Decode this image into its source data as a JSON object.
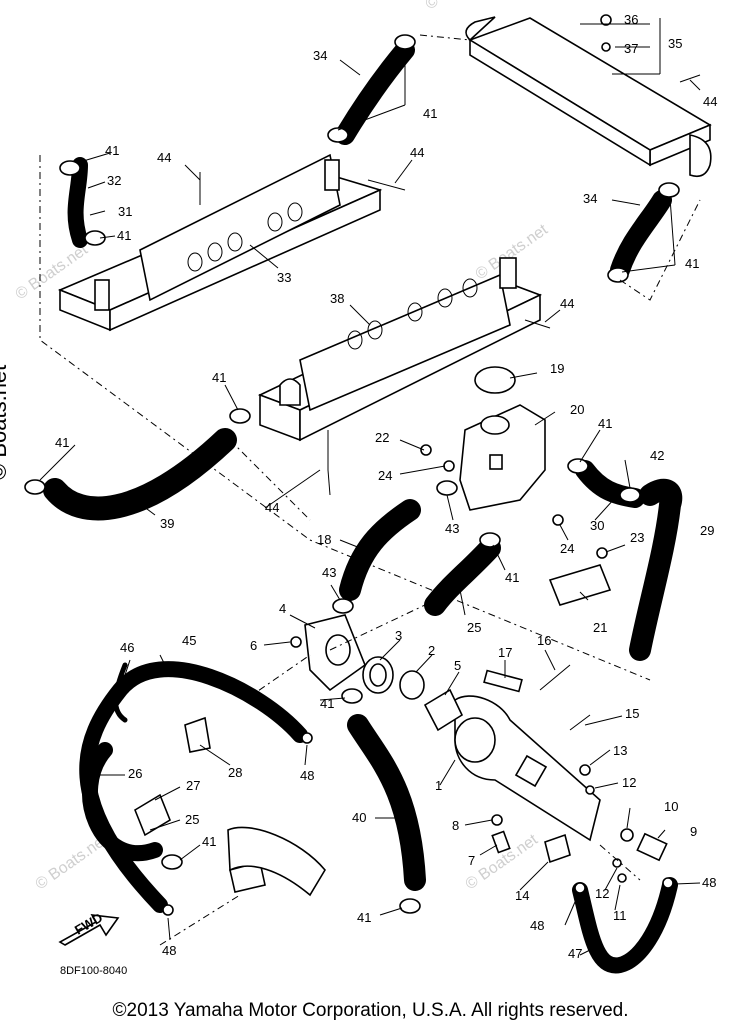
{
  "callouts": [
    {
      "id": "c1",
      "text": "1"
    },
    {
      "id": "c2",
      "text": "2"
    },
    {
      "id": "c3",
      "text": "3"
    },
    {
      "id": "c4",
      "text": "4"
    },
    {
      "id": "c5",
      "text": "5"
    },
    {
      "id": "c6",
      "text": "6"
    },
    {
      "id": "c7",
      "text": "7"
    },
    {
      "id": "c8",
      "text": "8"
    },
    {
      "id": "c9",
      "text": "9"
    },
    {
      "id": "c10",
      "text": "10"
    },
    {
      "id": "c11",
      "text": "11"
    },
    {
      "id": "c12a",
      "text": "12"
    },
    {
      "id": "c12b",
      "text": "12"
    },
    {
      "id": "c13",
      "text": "13"
    },
    {
      "id": "c14",
      "text": "14"
    },
    {
      "id": "c15",
      "text": "15"
    },
    {
      "id": "c16",
      "text": "16"
    },
    {
      "id": "c17",
      "text": "17"
    },
    {
      "id": "c18",
      "text": "18"
    },
    {
      "id": "c19",
      "text": "19"
    },
    {
      "id": "c20",
      "text": "20"
    },
    {
      "id": "c21",
      "text": "21"
    },
    {
      "id": "c22",
      "text": "22"
    },
    {
      "id": "c23",
      "text": "23"
    },
    {
      "id": "c24a",
      "text": "24"
    },
    {
      "id": "c24b",
      "text": "24"
    },
    {
      "id": "c25a",
      "text": "25"
    },
    {
      "id": "c25b",
      "text": "25"
    },
    {
      "id": "c26",
      "text": "26"
    },
    {
      "id": "c27",
      "text": "27"
    },
    {
      "id": "c28",
      "text": "28"
    },
    {
      "id": "c29",
      "text": "29"
    },
    {
      "id": "c30",
      "text": "30"
    },
    {
      "id": "c31",
      "text": "31"
    },
    {
      "id": "c32",
      "text": "32"
    },
    {
      "id": "c33",
      "text": "33"
    },
    {
      "id": "c34a",
      "text": "34"
    },
    {
      "id": "c34b",
      "text": "34"
    },
    {
      "id": "c35",
      "text": "35"
    },
    {
      "id": "c36",
      "text": "36"
    },
    {
      "id": "c37",
      "text": "37"
    },
    {
      "id": "c38",
      "text": "38"
    },
    {
      "id": "c39",
      "text": "39"
    },
    {
      "id": "c40",
      "text": "40"
    },
    {
      "id": "c41a",
      "text": "41"
    },
    {
      "id": "c41b",
      "text": "41"
    },
    {
      "id": "c41c",
      "text": "41"
    },
    {
      "id": "c41d",
      "text": "41"
    },
    {
      "id": "c41e",
      "text": "41"
    },
    {
      "id": "c41f",
      "text": "41"
    },
    {
      "id": "c41g",
      "text": "41"
    },
    {
      "id": "c41h",
      "text": "41"
    },
    {
      "id": "c41i",
      "text": "41"
    },
    {
      "id": "c41j",
      "text": "41"
    },
    {
      "id": "c41k",
      "text": "41"
    },
    {
      "id": "c42",
      "text": "42"
    },
    {
      "id": "c43a",
      "text": "43"
    },
    {
      "id": "c43b",
      "text": "43"
    },
    {
      "id": "c44a",
      "text": "44"
    },
    {
      "id": "c44b",
      "text": "44"
    },
    {
      "id": "c44c",
      "text": "44"
    },
    {
      "id": "c44d",
      "text": "44"
    },
    {
      "id": "c44e",
      "text": "44"
    },
    {
      "id": "c45",
      "text": "45"
    },
    {
      "id": "c46",
      "text": "46"
    },
    {
      "id": "c47",
      "text": "47"
    },
    {
      "id": "c48a",
      "text": "48"
    },
    {
      "id": "c48b",
      "text": "48"
    },
    {
      "id": "c48c",
      "text": "48"
    },
    {
      "id": "c48d",
      "text": "48"
    }
  ],
  "fwd_label": "FWD",
  "drawing_code": "8DF100-8040",
  "watermark": "© Boats.net",
  "watermark_faint": "© Boats.net",
  "copyright": "©2013 Yamaha Motor Corporation, U.S.A. All rights reserved."
}
